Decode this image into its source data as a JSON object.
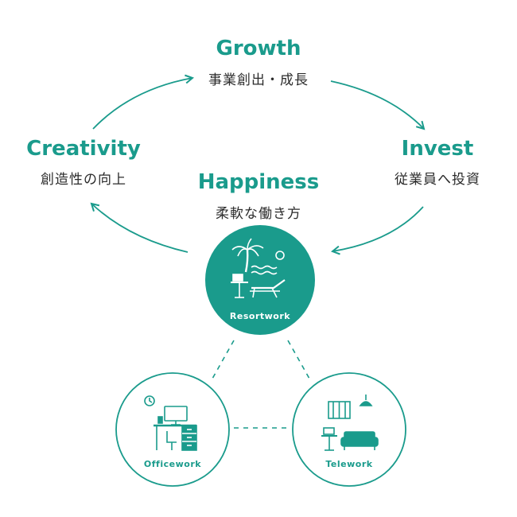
{
  "colors": {
    "accent": "#1a9b8c",
    "text": "#2b2b2b",
    "background": "#ffffff"
  },
  "nodes": {
    "growth": {
      "title": "Growth",
      "subtitle": "事業創出・成長"
    },
    "creativity": {
      "title": "Creativity",
      "subtitle": "創造性の向上"
    },
    "invest": {
      "title": "Invest",
      "subtitle": "従業員へ投資"
    },
    "happiness": {
      "title": "Happiness",
      "subtitle": "柔軟な働き方"
    }
  },
  "work_styles": {
    "resort": {
      "label": "Resortwork",
      "icon": "resort-beach-icon"
    },
    "office": {
      "label": "Officework",
      "icon": "office-desk-icon"
    },
    "tele": {
      "label": "Telework",
      "icon": "home-sofa-icon"
    }
  }
}
